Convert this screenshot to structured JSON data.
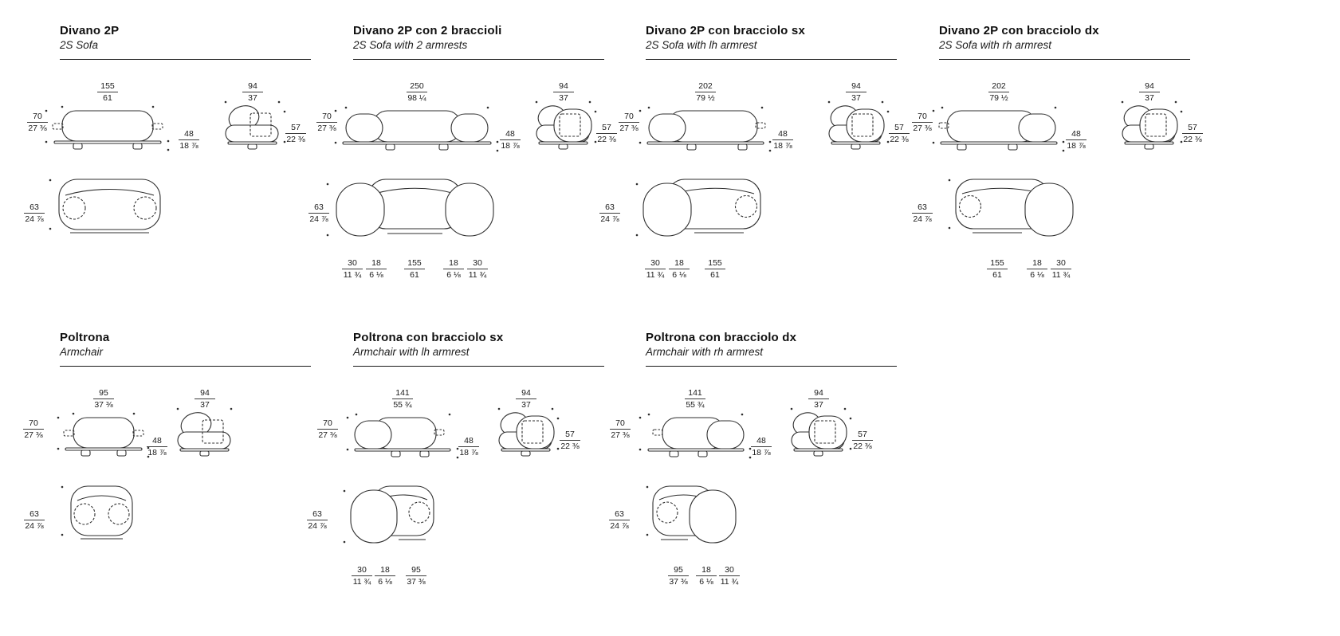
{
  "page": {
    "background": "#ffffff",
    "line_color": "#2f2f2f",
    "text_color": "#1a1a1a"
  },
  "products": [
    {
      "title_it": "Divano 2P",
      "title_en": "2S Sofa",
      "front_width": {
        "cm": "155",
        "in": "61"
      },
      "height": {
        "cm": "70",
        "in": "27 ⅜"
      },
      "seat_height": {
        "cm": "48",
        "in": "18 ⅞"
      },
      "side_width": {
        "cm": "94",
        "in": "37"
      },
      "side_depth": {
        "cm": "57",
        "in": "22 ⅜"
      },
      "plan_depth": {
        "cm": "63",
        "in": "24 ⅞"
      },
      "plan_widths": []
    },
    {
      "title_it": "Divano 2P con 2 braccioli",
      "title_en": "2S Sofa with 2 armrests",
      "front_width": {
        "cm": "250",
        "in": "98 ¼"
      },
      "height": {
        "cm": "70",
        "in": "27 ⅜"
      },
      "seat_height": {
        "cm": "48",
        "in": "18 ⅞"
      },
      "side_width": {
        "cm": "94",
        "in": "37"
      },
      "side_depth": {
        "cm": "57",
        "in": "22 ⅜"
      },
      "plan_depth": {
        "cm": "63",
        "in": "24 ⅞"
      },
      "plan_widths": [
        {
          "cm": "30",
          "in": "11 ¾"
        },
        {
          "cm": "18",
          "in": "6 ⅛"
        },
        {
          "cm": "155",
          "in": "61"
        },
        {
          "cm": "18",
          "in": "6 ⅛"
        },
        {
          "cm": "30",
          "in": "11 ¾"
        }
      ]
    },
    {
      "title_it": "Divano 2P con bracciolo sx",
      "title_en": "2S Sofa with lh armrest",
      "front_width": {
        "cm": "202",
        "in": "79 ½"
      },
      "height": {
        "cm": "70",
        "in": "27 ⅜"
      },
      "seat_height": {
        "cm": "48",
        "in": "18 ⅞"
      },
      "side_width": {
        "cm": "94",
        "in": "37"
      },
      "side_depth": {
        "cm": "57",
        "in": "22 ⅜"
      },
      "plan_depth": {
        "cm": "63",
        "in": "24 ⅞"
      },
      "plan_widths": [
        {
          "cm": "30",
          "in": "11 ¾"
        },
        {
          "cm": "18",
          "in": "6 ⅛"
        },
        {
          "cm": "155",
          "in": "61"
        }
      ]
    },
    {
      "title_it": "Divano 2P con bracciolo dx",
      "title_en": "2S Sofa with rh armrest",
      "front_width": {
        "cm": "202",
        "in": "79 ½"
      },
      "height": {
        "cm": "70",
        "in": "27 ⅜"
      },
      "seat_height": {
        "cm": "48",
        "in": "18 ⅞"
      },
      "side_width": {
        "cm": "94",
        "in": "37"
      },
      "side_depth": {
        "cm": "57",
        "in": "22 ⅜"
      },
      "plan_depth": {
        "cm": "63",
        "in": "24 ⅞"
      },
      "plan_widths": [
        {
          "cm": "155",
          "in": "61"
        },
        {
          "cm": "18",
          "in": "6 ⅛"
        },
        {
          "cm": "30",
          "in": "11 ¾"
        }
      ]
    },
    {
      "title_it": "Poltrona",
      "title_en": "Armchair",
      "front_width": {
        "cm": "95",
        "in": "37 ⅜"
      },
      "height": {
        "cm": "70",
        "in": "27 ⅜"
      },
      "seat_height": {
        "cm": "48",
        "in": "18 ⅞"
      },
      "side_width": {
        "cm": "94",
        "in": "37"
      },
      "plan_depth": {
        "cm": "63",
        "in": "24 ⅞"
      },
      "plan_widths": []
    },
    {
      "title_it": "Poltrona con bracciolo sx",
      "title_en": "Armchair with lh armrest",
      "front_width": {
        "cm": "141",
        "in": "55 ¾"
      },
      "height": {
        "cm": "70",
        "in": "27 ⅜"
      },
      "seat_height": {
        "cm": "48",
        "in": "18 ⅞"
      },
      "side_width": {
        "cm": "94",
        "in": "37"
      },
      "side_depth": {
        "cm": "57",
        "in": "22 ⅜"
      },
      "plan_depth": {
        "cm": "63",
        "in": "24 ⅞"
      },
      "plan_widths": [
        {
          "cm": "30",
          "in": "11 ¾"
        },
        {
          "cm": "18",
          "in": "6 ⅛"
        },
        {
          "cm": "95",
          "in": "37 ⅜"
        }
      ]
    },
    {
      "title_it": "Poltrona con bracciolo dx",
      "title_en": "Armchair with rh armrest",
      "front_width": {
        "cm": "141",
        "in": "55 ¾"
      },
      "height": {
        "cm": "70",
        "in": "27 ⅜"
      },
      "seat_height": {
        "cm": "48",
        "in": "18 ⅞"
      },
      "side_width": {
        "cm": "94",
        "in": "37"
      },
      "side_depth": {
        "cm": "57",
        "in": "22 ⅜"
      },
      "plan_depth": {
        "cm": "63",
        "in": "24 ⅞"
      },
      "plan_widths": [
        {
          "cm": "95",
          "in": "37 ⅜"
        },
        {
          "cm": "18",
          "in": "6 ⅛"
        },
        {
          "cm": "30",
          "in": "11 ¾"
        }
      ]
    }
  ]
}
